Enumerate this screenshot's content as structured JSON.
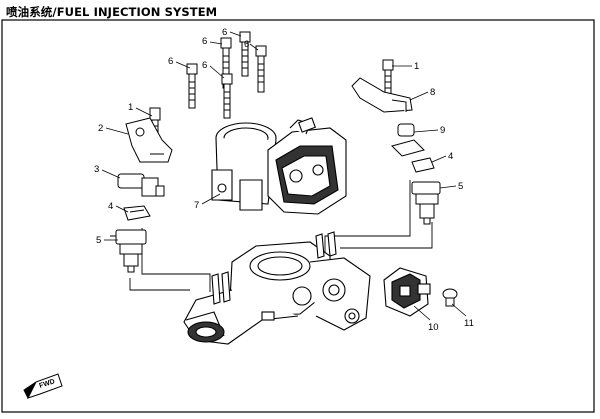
{
  "title": "喷油系统/FUEL INJECTION SYSTEM",
  "fwd_label": "FWD",
  "callouts": [
    "1",
    "2",
    "3",
    "4",
    "5",
    "6",
    "6",
    "6",
    "6",
    "6",
    "7",
    "1",
    "8",
    "9",
    "4",
    "5",
    "10",
    "11"
  ],
  "colors": {
    "line": "#000000",
    "part": "#1a1a1a",
    "background": "#ffffff"
  }
}
